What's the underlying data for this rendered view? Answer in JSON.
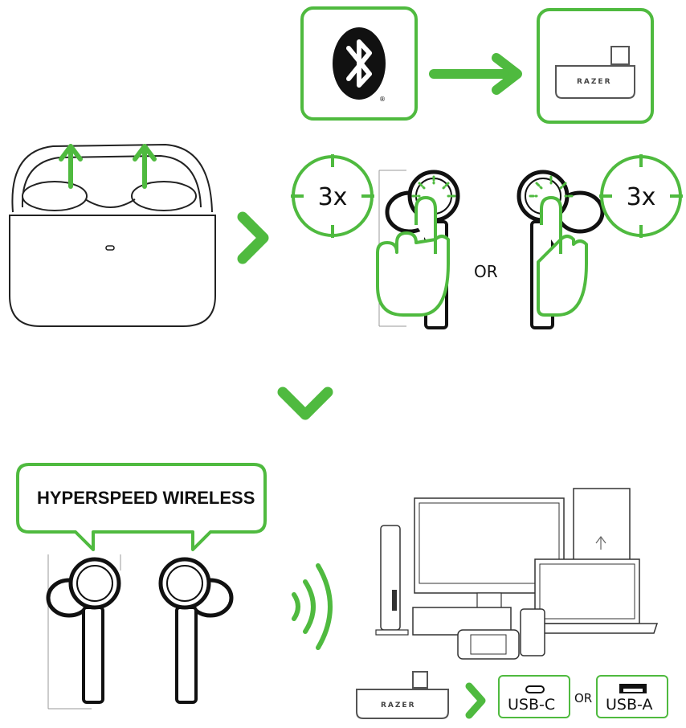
{
  "colors": {
    "accent": "#4fba3f",
    "line": "#1a1a1a",
    "panel_fill": "#ffffff"
  },
  "step1": {
    "bluetooth_icon": "bluetooth-icon",
    "arrow_icon": "arrow-right-icon",
    "dongle_brand": "RAZER"
  },
  "step2": {
    "chevron_icon": "chevron-right-icon",
    "left_tap": {
      "count_label": "3x"
    },
    "right_tap": {
      "count_label": "3x"
    },
    "or_label": "OR"
  },
  "step3": {
    "chevron_icon": "chevron-down-icon",
    "mode_bubble": "HYPERSPEED WIRELESS",
    "wireless_icon": "wireless-waves-icon",
    "dongle_brand": "RAZER",
    "connect_chevron_icon": "chevron-right-icon",
    "ports": [
      {
        "icon": "usb-c-port-icon",
        "label": "USB-C"
      },
      {
        "icon": "usb-a-port-icon",
        "label": "USB-A"
      }
    ],
    "port_or_label": "OR",
    "devices_icon": "devices-icon"
  }
}
